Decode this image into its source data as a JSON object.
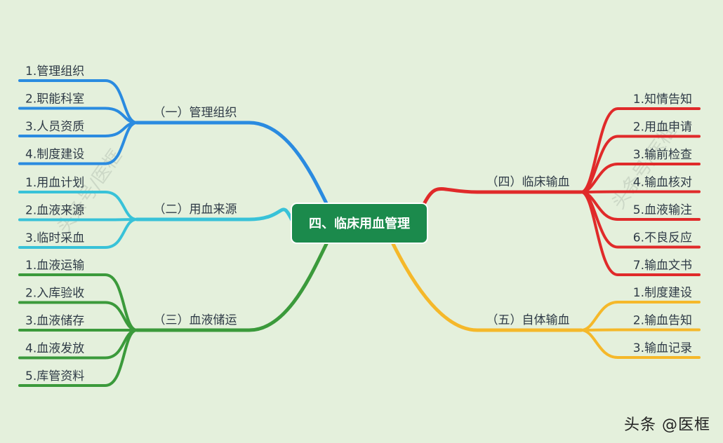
{
  "center": {
    "label": "四、临床用血管理",
    "color": "#1b8a4c"
  },
  "branches": [
    {
      "label": "（一）管理组织",
      "color": "#2a8be0",
      "children": [
        "1.管理组织",
        "2.职能科室",
        "3.人员资质",
        "4.制度建设"
      ]
    },
    {
      "label": "（二）用血来源",
      "color": "#38c2d8",
      "children": [
        "1.用血计划",
        "2.血液来源",
        "3.临时采血"
      ]
    },
    {
      "label": "（三）血液储运",
      "color": "#3b9a3b",
      "children": [
        "1.血液运输",
        "2.入库验收",
        "3.血液储存",
        "4.血液发放",
        "5.库管资料"
      ]
    },
    {
      "label": "（四）临床输血",
      "color": "#e02a2a",
      "children": [
        "1.知情告知",
        "2.用血申请",
        "3.输前检查",
        "4.输血核对",
        "5.血液输注",
        "6.不良反应",
        "7.输血文书"
      ]
    },
    {
      "label": "（五）自体输血",
      "color": "#f5b82a",
      "children": [
        "1.制度建设",
        "2.输血告知",
        "3.输血记录"
      ]
    }
  ],
  "watermark": "头条号/医框",
  "signature": "头条 @医框"
}
